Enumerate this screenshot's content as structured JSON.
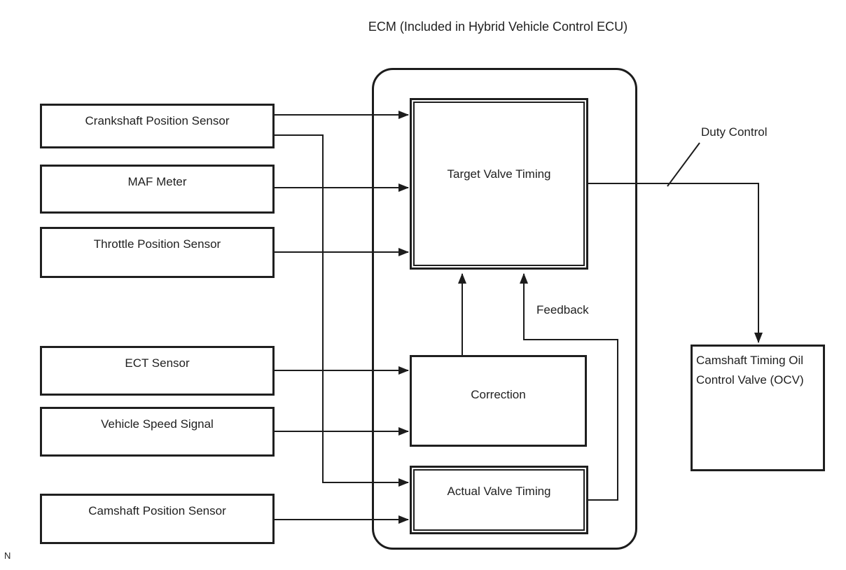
{
  "diagram": {
    "title": "ECM (Included in Hybrid Vehicle Control ECU)",
    "inputs": [
      "Crankshaft Position Sensor",
      "MAF Meter",
      "Throttle Position Sensor",
      "ECT Sensor",
      "Vehicle Speed Signal",
      "Camshaft Position Sensor"
    ],
    "ecm_blocks": {
      "target": "Target Valve Timing",
      "correction": "Correction",
      "actual": "Actual Valve Timing"
    },
    "output_block": "Camshaft Timing Oil Control Valve (OCV)",
    "flow_labels": {
      "duty_control": "Duty Control",
      "feedback": "Feedback"
    },
    "footnote": "N",
    "colors": {
      "line": "#1c1c1c",
      "box_border": "#1f1f1f",
      "background": "#ffffff",
      "text": "#1f1f1f"
    }
  }
}
